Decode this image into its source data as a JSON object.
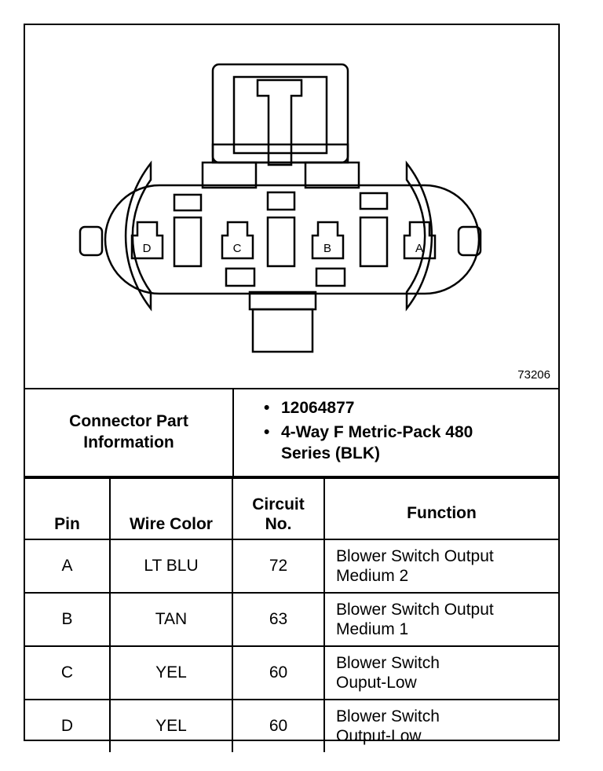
{
  "figure": {
    "id": "73206"
  },
  "connector": {
    "pins": [
      "D",
      "C",
      "B",
      "A"
    ]
  },
  "part_info": {
    "label_lines": [
      "Connector Part",
      "Information"
    ],
    "items": [
      {
        "bullet": "•",
        "lines": [
          "12064877"
        ]
      },
      {
        "bullet": "•",
        "lines": [
          "4-Way F Metric-Pack 480",
          "Series (BLK)"
        ]
      }
    ]
  },
  "pin_table": {
    "headers": {
      "pin": "Pin",
      "wire_color": "Wire Color",
      "circuit_lines": [
        "Circuit",
        "No."
      ],
      "function": "Function"
    },
    "rows": [
      {
        "pin": "A",
        "wire_color": "LT BLU",
        "circuit": "72",
        "function_lines": [
          "Blower Switch Output",
          "Medium 2"
        ]
      },
      {
        "pin": "B",
        "wire_color": "TAN",
        "circuit": "63",
        "function_lines": [
          "Blower Switch Output",
          "Medium 1"
        ]
      },
      {
        "pin": "C",
        "wire_color": "YEL",
        "circuit": "60",
        "function_lines": [
          "Blower Switch",
          "Ouput-Low"
        ]
      },
      {
        "pin": "D",
        "wire_color": "YEL",
        "circuit": "60",
        "function_lines": [
          "Blower Switch",
          "Output-Low"
        ]
      }
    ]
  }
}
